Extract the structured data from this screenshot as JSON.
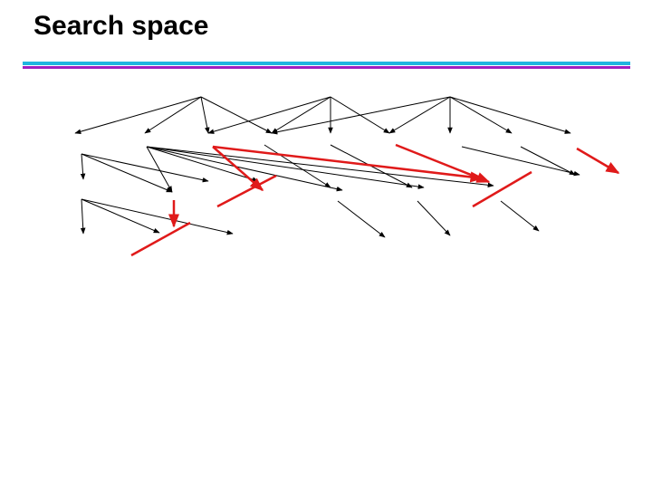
{
  "slide": {
    "title": "Search space"
  },
  "colors": {
    "rule_top": "#1fb6e0",
    "rule_bottom": "#a020c0",
    "edge_default": "#000000",
    "edge_highlight": "#e01a1a"
  },
  "diagram": {
    "description_type": "tree of arrows (search space)",
    "highlighted_color_name": "red",
    "default_color_name": "black"
  }
}
